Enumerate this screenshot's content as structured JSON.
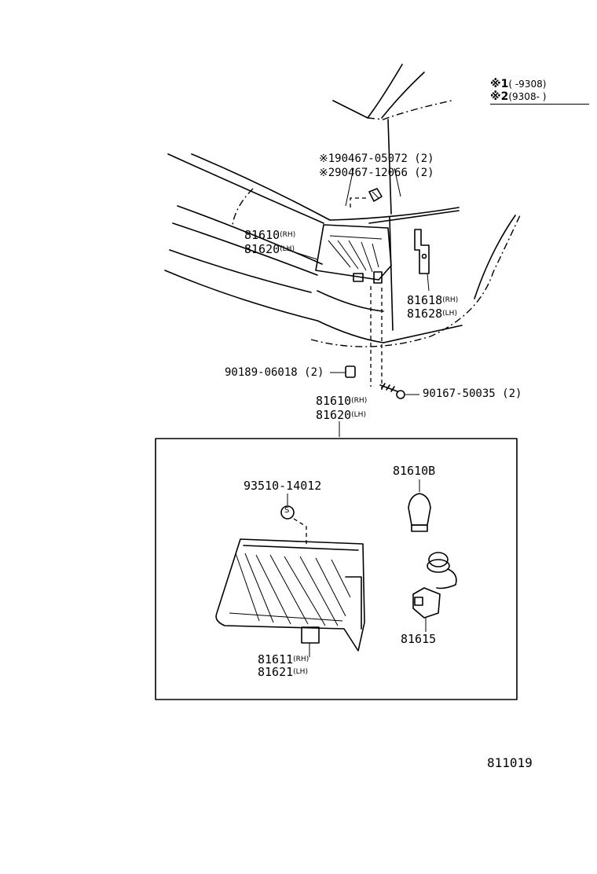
{
  "legend": {
    "mark1": "※1",
    "range1": "(      -9308)",
    "mark2": "※2",
    "range2": "(9308-      )"
  },
  "labels": {
    "bolt1": "※190467-05072 (2)",
    "bolt2": "※290467-12066 (2)",
    "lamp_rh": "81610",
    "lamp_rh_side": "(RH)",
    "lamp_lh": "81620",
    "lamp_lh_side": "(LH)",
    "bracket_rh": "81618",
    "bracket_rh_side": "(RH)",
    "bracket_lh": "81628",
    "bracket_lh_side": "(LH)",
    "clip": "90189-06018 (2)",
    "screw": "90167-50035 (2)",
    "assy_rh": "81610",
    "assy_rh_side": "(RH)",
    "assy_lh": "81620",
    "assy_lh_side": "(LH)",
    "gasket": "93510-14012",
    "gasket_mark": "S",
    "bulb": "81610B",
    "socket": "81615",
    "lens_rh": "81611",
    "lens_rh_side": "(RH)",
    "lens_lh": "81621",
    "lens_lh_side": "(LH)",
    "figure_number": "811019"
  }
}
